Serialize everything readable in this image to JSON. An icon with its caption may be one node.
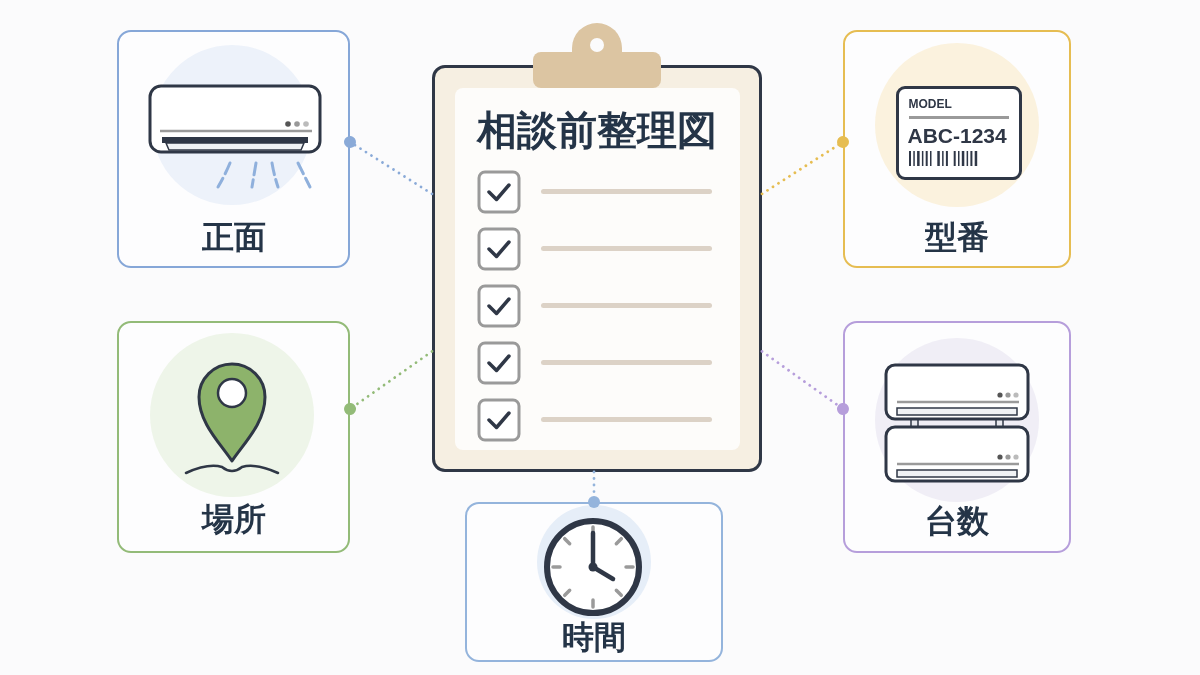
{
  "diagram": {
    "nodes": [
      {
        "text": [
          "正面"
        ]
      },
      {
        "text": [
          "相談前整理図"
        ]
      },
      {
        "text": [
          "型番"
        ]
      },
      {
        "text": [
          "場所"
        ]
      },
      {
        "text": [
          "台数"
        ]
      },
      {
        "text": [
          "時間"
        ]
      }
    ],
    "edges": [
      {
        "from": 1,
        "to": 0,
        "arrow": "other",
        "style": "dashed",
        "color": "#8aaad8"
      },
      {
        "from": 1,
        "to": 2,
        "arrow": "other",
        "style": "dashed",
        "color": "#e6bd52"
      },
      {
        "from": 1,
        "to": 3,
        "arrow": "other",
        "style": "dashed",
        "color": "#93bb78"
      },
      {
        "from": 1,
        "to": 4,
        "arrow": "other",
        "style": "dashed",
        "color": "#b69edb"
      },
      {
        "from": 1,
        "to": 5,
        "arrow": "other",
        "style": "dashed",
        "color": "#94b4dc"
      }
    ],
    "labels": [
      "MODEL",
      "ABC-1234"
    ]
  }
}
